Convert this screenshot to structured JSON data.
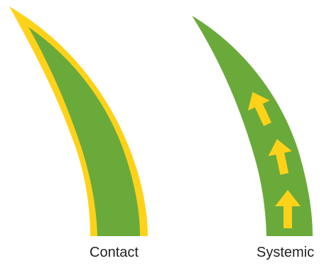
{
  "colors": {
    "background": "#ffffff",
    "leaf_green": "#6aaa3a",
    "coating_yellow": "#ffd21a",
    "label_text": "#231f20"
  },
  "panels": [
    {
      "label": "Contact",
      "icon": "leaf-coated-icon",
      "description_mode": "coating on leaf surface"
    },
    {
      "label": "Systemic",
      "icon": "leaf-upward-arrows-icon",
      "arrow_count": 3
    }
  ]
}
